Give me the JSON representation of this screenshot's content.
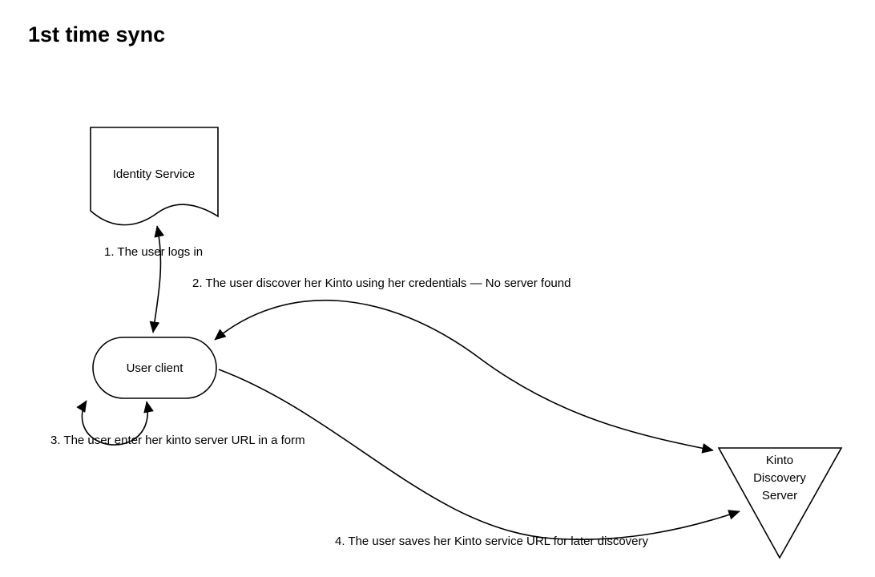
{
  "title": "1st time sync",
  "nodes": {
    "identity_service": {
      "label": "Identity Service"
    },
    "user_client": {
      "label": "User client"
    },
    "kinto_discovery": {
      "lines": [
        "Kinto",
        "Discovery",
        "Server"
      ]
    }
  },
  "edges": {
    "step1": {
      "label": "1. The user logs in"
    },
    "step2": {
      "label": "2. The user discover her Kinto using her credentials — No server found"
    },
    "step3": {
      "label": "3. The user enter her kinto server URL in a form"
    },
    "step4": {
      "label": "4. The user saves her Kinto service URL for later discovery"
    }
  },
  "colors": {
    "stroke": "#000000",
    "background": "#ffffff"
  }
}
